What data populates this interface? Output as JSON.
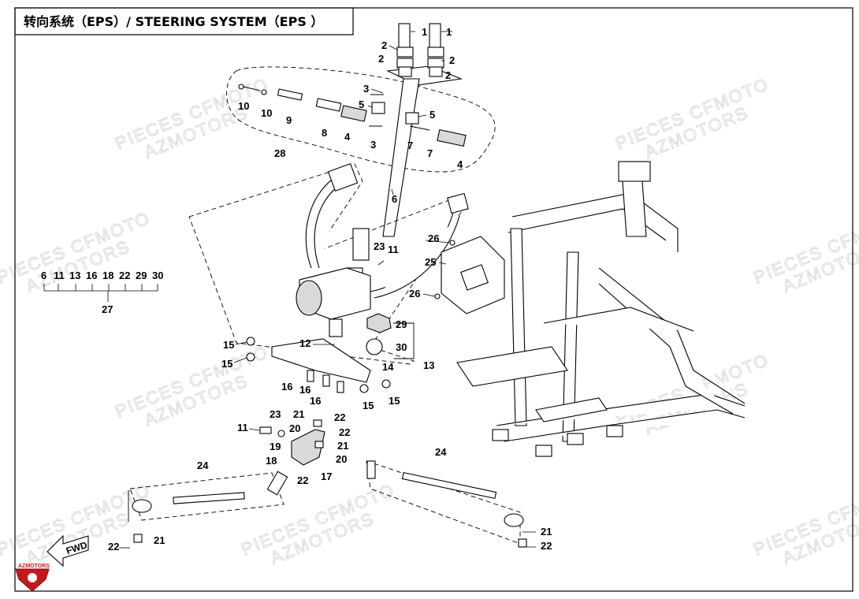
{
  "title": "转向系统（EPS）/ STEERING SYSTEM（EPS ）",
  "watermark": {
    "line1": "PIECES CFMOTO",
    "line2": "AZMOTORS"
  },
  "logo_text": "AZMOTORS",
  "direction_label": "FWD",
  "group_27": {
    "items": [
      "6",
      "11",
      "13",
      "16",
      "18",
      "22",
      "29",
      "30"
    ],
    "total": "27"
  },
  "callouts": {
    "c1a": "1",
    "c1b": "1",
    "c2a": "2",
    "c2b": "2",
    "c2c": "2",
    "c2d": "2",
    "c3a": "3",
    "c3b": "3",
    "c4a": "4",
    "c4b": "4",
    "c5a": "5",
    "c5b": "5",
    "c6": "6",
    "c7a": "7",
    "c7b": "7",
    "c8": "8",
    "c9": "9",
    "c10a": "10",
    "c10b": "10",
    "c11a": "11",
    "c11b": "11",
    "c12": "12",
    "c13": "13",
    "c14": "14",
    "c15a": "15",
    "c15b": "15",
    "c15c": "15",
    "c15d": "15",
    "c16a": "16",
    "c16b": "16",
    "c16c": "16",
    "c17": "17",
    "c18": "18",
    "c19": "19",
    "c20a": "20",
    "c20b": "20",
    "c21a": "21",
    "c21b": "21",
    "c21c": "21",
    "c21d": "21",
    "c22a": "22",
    "c22b": "22",
    "c22c": "22",
    "c22d": "22",
    "c22e": "22",
    "c23a": "23",
    "c23b": "23",
    "c24a": "24",
    "c24b": "24",
    "c25": "25",
    "c26a": "26",
    "c26b": "26",
    "c28": "28",
    "c29": "29",
    "c30": "30"
  },
  "colors": {
    "logo_red": "#c8161d",
    "watermark": "#cfcfcf"
  }
}
